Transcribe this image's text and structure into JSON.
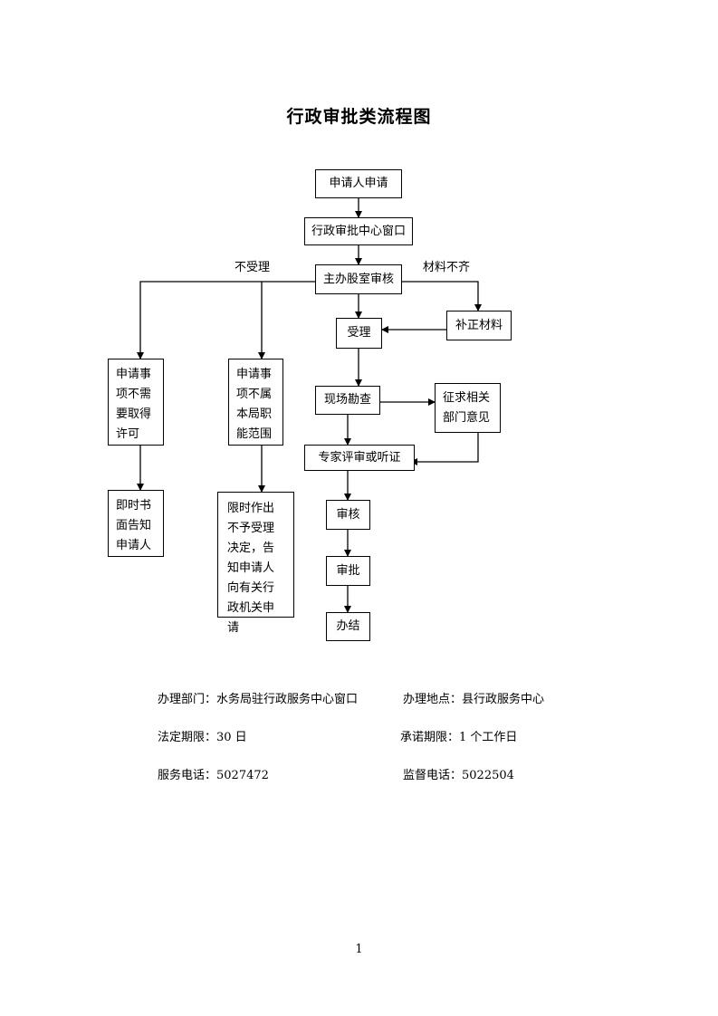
{
  "title": "行政审批类流程图",
  "nodes": {
    "apply": "申请人申请",
    "window": "行政审批中心窗口",
    "review": "主办股室审核",
    "accept": "受理",
    "supplement": "补正材料",
    "no_permit": "申请事项不需要取得许可",
    "not_scope": "申请事项不属本局职能范围",
    "notify": "即时书面告知申请人",
    "reject": "限时作出不予受理决定，告知申请人向有关行政机关申请",
    "inspect": "现场勘查",
    "consult": "征求相关部门意见",
    "expert": "专家评审或听证",
    "audit": "审核",
    "approve": "审批",
    "finish": "办结"
  },
  "labels": {
    "not_accept": "不受理",
    "incomplete": "材料不齐"
  },
  "info": {
    "dept": "办理部门：水务局驻行政服务中心窗口",
    "location": "办理地点：县行政服务中心",
    "legal_period": "法定期限：30 日",
    "promise_period": "承诺期限：1 个工作日",
    "service_phone": "服务电话：5027472",
    "supervise_phone": "监督电话：5022504"
  },
  "page_number": "1"
}
